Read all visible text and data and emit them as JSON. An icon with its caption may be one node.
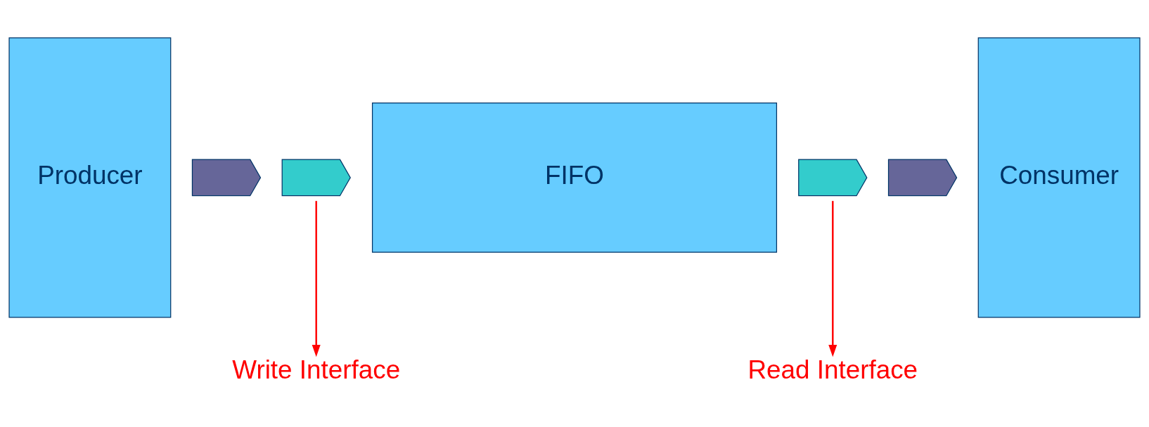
{
  "diagram": {
    "nodes": [
      {
        "text": [
          "Producer"
        ]
      },
      {
        "text": [],
        "shape": "chevron"
      },
      {
        "text": [],
        "shape": "chevron"
      },
      {
        "text": [
          "FIFO"
        ]
      },
      {
        "text": [],
        "shape": "chevron"
      },
      {
        "text": [],
        "shape": "chevron"
      },
      {
        "text": [
          "Consumer"
        ]
      },
      {
        "text": [
          "Write Interface"
        ]
      },
      {
        "text": [
          "Read Interface"
        ]
      }
    ],
    "edges": [
      {
        "from": 2,
        "to": 7,
        "arrow": "to"
      },
      {
        "from": 4,
        "to": 8,
        "arrow": "to"
      }
    ]
  }
}
